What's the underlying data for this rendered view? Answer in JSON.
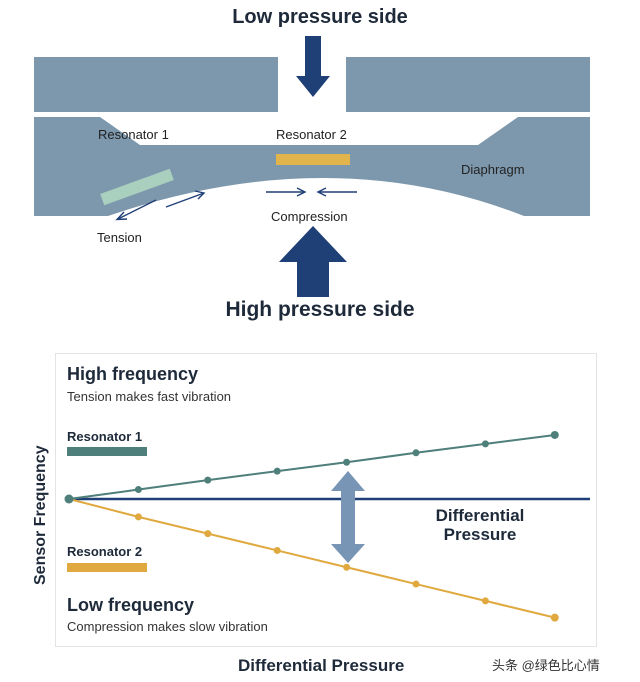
{
  "diagram": {
    "low_pressure_side": "Low pressure side",
    "high_pressure_side": "High pressure side",
    "resonator1": "Resonator 1",
    "resonator2": "Resonator 2",
    "diaphragm": "Diaphragm",
    "tension": "Tension",
    "compression": "Compression",
    "colors": {
      "body": "#7d98ad",
      "resonator1": "#a9cfbf",
      "resonator2": "#e2b54c",
      "arrow": "#1f3f77"
    }
  },
  "chart": {
    "high_frequency": "High frequency",
    "high_sub": "Tension makes fast vibration",
    "low_frequency": "Low frequency",
    "low_sub": "Compression makes slow vibration",
    "resonator1": "Resonator 1",
    "resonator2": "Resonator 2",
    "differential_pressure": "Differential Pressure"
  },
  "chart_data": {
    "type": "line",
    "title": "",
    "xlabel": "Differential Pressure",
    "ylabel": "Sensor Frequency",
    "x": [
      0,
      1,
      2,
      3,
      4,
      5,
      6,
      7
    ],
    "baseline": 0,
    "series": [
      {
        "name": "Resonator 1",
        "color": "#4e7f7b",
        "values": [
          0,
          0.9,
          1.8,
          2.65,
          3.5,
          4.4,
          5.25,
          6.1
        ]
      },
      {
        "name": "Resonator 2",
        "color": "#e0a93f",
        "values": [
          0,
          -1.7,
          -3.3,
          -4.9,
          -6.5,
          -8.1,
          -9.7,
          -11.3
        ]
      }
    ],
    "ylim": [
      -12,
      8
    ],
    "grid": false
  },
  "watermark": "头条 @绿色比心情"
}
